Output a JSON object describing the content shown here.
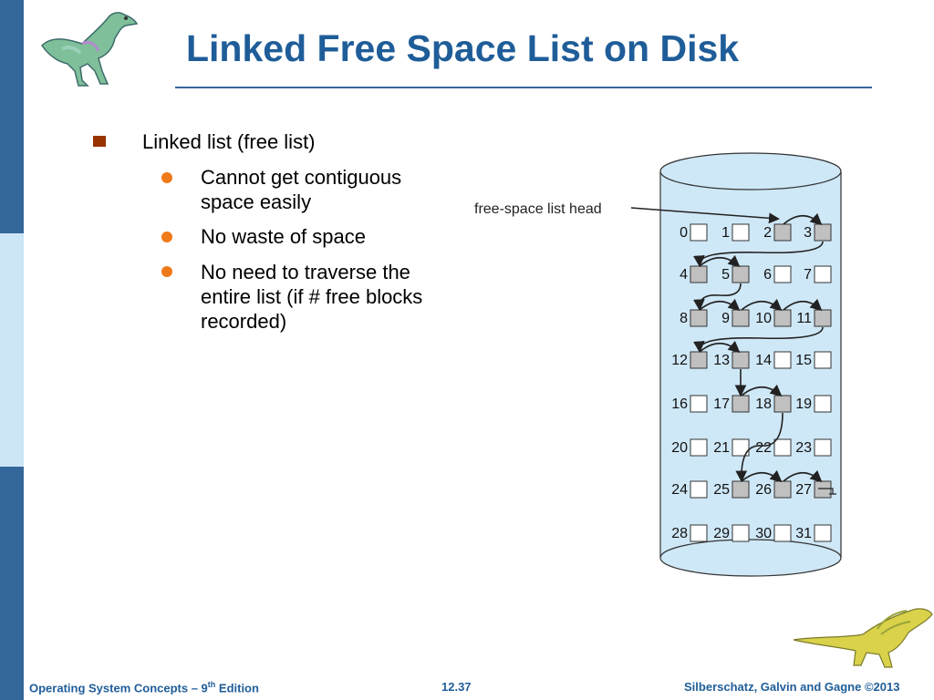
{
  "slide": {
    "title": "Linked Free Space List on Disk",
    "bullet_main": "Linked list (free list)",
    "sub_bullets": [
      {
        "lines": [
          "Cannot get contiguous",
          "space easily"
        ]
      },
      {
        "lines": [
          "No waste of space"
        ]
      },
      {
        "lines": [
          "No need to traverse the",
          "entire list (if # free blocks",
          "recorded)"
        ]
      }
    ]
  },
  "diagram": {
    "head_label": "free-space list head",
    "blocks": [
      "0",
      "1",
      "2",
      "3",
      "4",
      "5",
      "6",
      "7",
      "8",
      "9",
      "10",
      "11",
      "12",
      "13",
      "14",
      "15",
      "16",
      "17",
      "18",
      "19",
      "20",
      "21",
      "22",
      "23",
      "24",
      "25",
      "26",
      "27",
      "28",
      "29",
      "30",
      "31"
    ],
    "free_blocks": [
      2,
      3,
      4,
      5,
      8,
      9,
      10,
      11,
      12,
      13,
      17,
      18,
      25,
      26,
      27
    ],
    "colors": {
      "cylinder_fill": "#cfe8f7",
      "free_fill": "#c0c0c0",
      "used_fill": "#ffffff",
      "slide_title": "#1f5d99",
      "bullet_square": "#993300",
      "bullet_dot": "#ef7a1a"
    }
  },
  "footer": {
    "left_prefix": "Operating System Concepts – 9",
    "left_sup": "th",
    "left_suffix": " Edition",
    "center": "12.37",
    "right": "Silberschatz, Galvin and Gagne ©2013"
  }
}
